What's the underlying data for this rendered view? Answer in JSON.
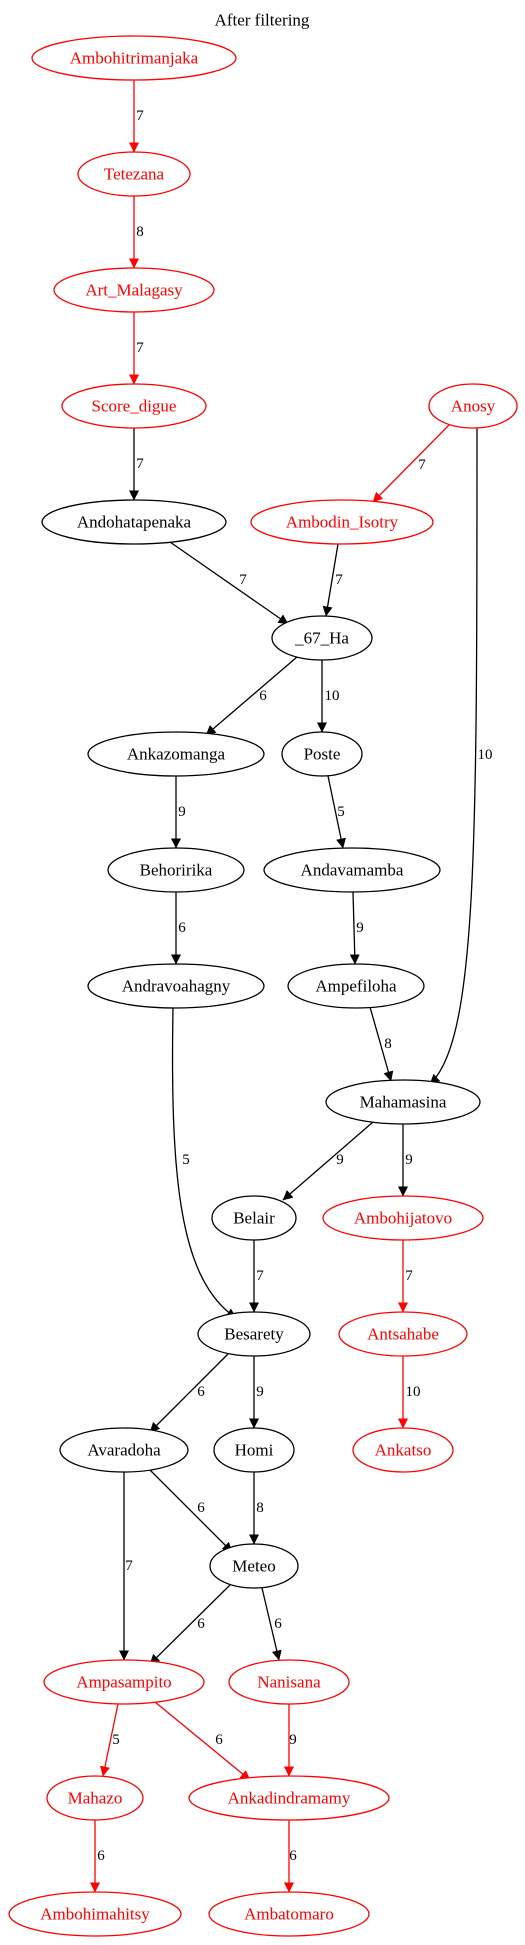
{
  "title": "After filtering",
  "colors": {
    "black": "#000000",
    "red": "#ff0000"
  },
  "nodes": [
    {
      "id": "Ambohitrimanjaka",
      "label": "Ambohitrimanjaka",
      "color": "red"
    },
    {
      "id": "Tetezana",
      "label": "Tetezana",
      "color": "red"
    },
    {
      "id": "Art_Malagasy",
      "label": "Art_Malagasy",
      "color": "red"
    },
    {
      "id": "Score_digue",
      "label": "Score_digue",
      "color": "red"
    },
    {
      "id": "Anosy",
      "label": "Anosy",
      "color": "red"
    },
    {
      "id": "Andohatapenaka",
      "label": "Andohatapenaka",
      "color": "black"
    },
    {
      "id": "Ambodin_Isotry",
      "label": "Ambodin_Isotry",
      "color": "red"
    },
    {
      "id": "_67_Ha",
      "label": "_67_Ha",
      "color": "black"
    },
    {
      "id": "Ankazomanga",
      "label": "Ankazomanga",
      "color": "black"
    },
    {
      "id": "Poste",
      "label": "Poste",
      "color": "black"
    },
    {
      "id": "Behoririka",
      "label": "Behoririka",
      "color": "black"
    },
    {
      "id": "Andavamamba",
      "label": "Andavamamba",
      "color": "black"
    },
    {
      "id": "Andravoahagny",
      "label": "Andravoahagny",
      "color": "black"
    },
    {
      "id": "Ampefiloha",
      "label": "Ampefiloha",
      "color": "black"
    },
    {
      "id": "Mahamasina",
      "label": "Mahamasina",
      "color": "black"
    },
    {
      "id": "Belair",
      "label": "Belair",
      "color": "black"
    },
    {
      "id": "Ambohijatovo",
      "label": "Ambohijatovo",
      "color": "red"
    },
    {
      "id": "Besarety",
      "label": "Besarety",
      "color": "black"
    },
    {
      "id": "Antsahabe",
      "label": "Antsahabe",
      "color": "red"
    },
    {
      "id": "Avaradoha",
      "label": "Avaradoha",
      "color": "black"
    },
    {
      "id": "Homi",
      "label": "Homi",
      "color": "black"
    },
    {
      "id": "Ankatso",
      "label": "Ankatso",
      "color": "red"
    },
    {
      "id": "Meteo",
      "label": "Meteo",
      "color": "black"
    },
    {
      "id": "Ampasampito",
      "label": "Ampasampito",
      "color": "red"
    },
    {
      "id": "Nanisana",
      "label": "Nanisana",
      "color": "red"
    },
    {
      "id": "Mahazo",
      "label": "Mahazo",
      "color": "red"
    },
    {
      "id": "Ankadindramamy",
      "label": "Ankadindramamy",
      "color": "red"
    },
    {
      "id": "Ambohimahitsy",
      "label": "Ambohimahitsy",
      "color": "red"
    },
    {
      "id": "Ambatomaro",
      "label": "Ambatomaro",
      "color": "red"
    }
  ],
  "edges": [
    {
      "from": "Ambohitrimanjaka",
      "to": "Tetezana",
      "weight": "7",
      "color": "red"
    },
    {
      "from": "Tetezana",
      "to": "Art_Malagasy",
      "weight": "8",
      "color": "red"
    },
    {
      "from": "Art_Malagasy",
      "to": "Score_digue",
      "weight": "7",
      "color": "red"
    },
    {
      "from": "Score_digue",
      "to": "Andohatapenaka",
      "weight": "7",
      "color": "black"
    },
    {
      "from": "Anosy",
      "to": "Ambodin_Isotry",
      "weight": "7",
      "color": "red"
    },
    {
      "from": "Anosy",
      "to": "Mahamasina",
      "weight": "10",
      "color": "black"
    },
    {
      "from": "Andohatapenaka",
      "to": "_67_Ha",
      "weight": "7",
      "color": "black"
    },
    {
      "from": "Ambodin_Isotry",
      "to": "_67_Ha",
      "weight": "7",
      "color": "black"
    },
    {
      "from": "_67_Ha",
      "to": "Ankazomanga",
      "weight": "6",
      "color": "black"
    },
    {
      "from": "_67_Ha",
      "to": "Poste",
      "weight": "10",
      "color": "black"
    },
    {
      "from": "Ankazomanga",
      "to": "Behoririka",
      "weight": "9",
      "color": "black"
    },
    {
      "from": "Poste",
      "to": "Andavamamba",
      "weight": "5",
      "color": "black"
    },
    {
      "from": "Behoririka",
      "to": "Andravoahagny",
      "weight": "6",
      "color": "black"
    },
    {
      "from": "Andavamamba",
      "to": "Ampefiloha",
      "weight": "9",
      "color": "black"
    },
    {
      "from": "Andravoahagny",
      "to": "Besarety",
      "weight": "5",
      "color": "black"
    },
    {
      "from": "Ampefiloha",
      "to": "Mahamasina",
      "weight": "8",
      "color": "black"
    },
    {
      "from": "Mahamasina",
      "to": "Belair",
      "weight": "9",
      "color": "black"
    },
    {
      "from": "Mahamasina",
      "to": "Ambohijatovo",
      "weight": "9",
      "color": "black"
    },
    {
      "from": "Belair",
      "to": "Besarety",
      "weight": "7",
      "color": "black"
    },
    {
      "from": "Ambohijatovo",
      "to": "Antsahabe",
      "weight": "7",
      "color": "red"
    },
    {
      "from": "Antsahabe",
      "to": "Ankatso",
      "weight": "10",
      "color": "red"
    },
    {
      "from": "Besarety",
      "to": "Avaradoha",
      "weight": "6",
      "color": "black"
    },
    {
      "from": "Besarety",
      "to": "Homi",
      "weight": "9",
      "color": "black"
    },
    {
      "from": "Avaradoha",
      "to": "Meteo",
      "weight": "6",
      "color": "black"
    },
    {
      "from": "Avaradoha",
      "to": "Ampasampito",
      "weight": "7",
      "color": "black"
    },
    {
      "from": "Homi",
      "to": "Meteo",
      "weight": "8",
      "color": "black"
    },
    {
      "from": "Meteo",
      "to": "Ampasampito",
      "weight": "6",
      "color": "black"
    },
    {
      "from": "Meteo",
      "to": "Nanisana",
      "weight": "6",
      "color": "black"
    },
    {
      "from": "Ampasampito",
      "to": "Mahazo",
      "weight": "5",
      "color": "red"
    },
    {
      "from": "Ampasampito",
      "to": "Ankadindramamy",
      "weight": "6",
      "color": "red"
    },
    {
      "from": "Nanisana",
      "to": "Ankadindramamy",
      "weight": "9",
      "color": "red"
    },
    {
      "from": "Mahazo",
      "to": "Ambohimahitsy",
      "weight": "6",
      "color": "red"
    },
    {
      "from": "Ankadindramamy",
      "to": "Ambatomaro",
      "weight": "6",
      "color": "red"
    }
  ]
}
